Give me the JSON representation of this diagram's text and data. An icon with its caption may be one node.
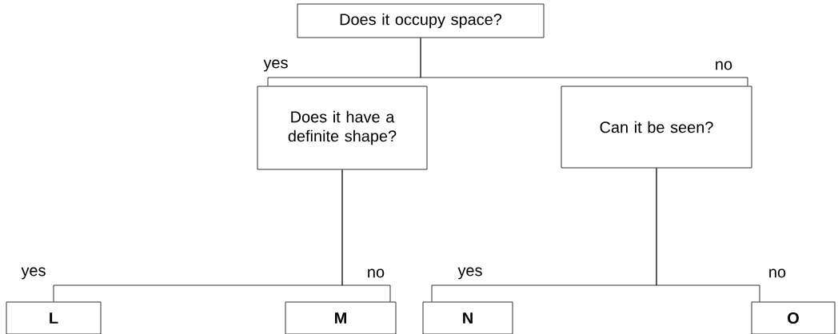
{
  "diagram": {
    "nodes": [
      {
        "text": [
          "Does it occupy space?"
        ]
      },
      {
        "text": [
          "Does it have a definite shape?"
        ]
      },
      {
        "text": [
          "Can it be seen?"
        ]
      },
      {
        "text": [
          "L"
        ]
      },
      {
        "text": [
          "M"
        ]
      },
      {
        "text": [
          "N"
        ]
      },
      {
        "text": [
          "O"
        ]
      }
    ],
    "edges": [
      {
        "from": 0,
        "to": 1,
        "arrow": "none",
        "label": "yes"
      },
      {
        "from": 0,
        "to": 2,
        "arrow": "none",
        "label": "no"
      },
      {
        "from": 1,
        "to": 3,
        "arrow": "none",
        "label": "yes"
      },
      {
        "from": 1,
        "to": 4,
        "arrow": "none",
        "label": "no"
      },
      {
        "from": 2,
        "to": 5,
        "arrow": "none",
        "label": "yes"
      },
      {
        "from": 2,
        "to": 6,
        "arrow": "none",
        "label": "no"
      }
    ]
  }
}
